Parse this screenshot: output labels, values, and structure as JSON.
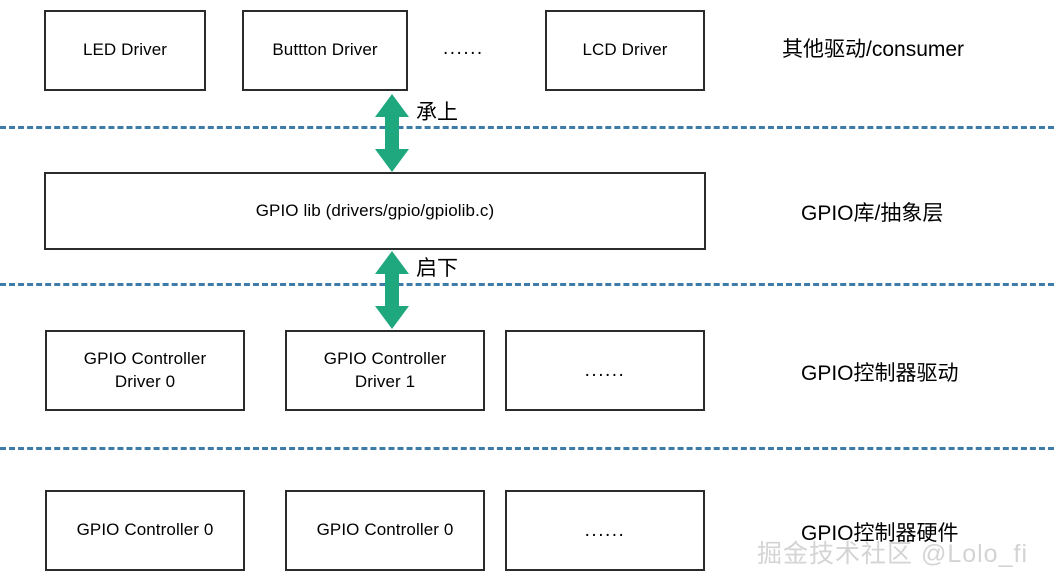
{
  "diagram": {
    "title": "Linux GPIO subsystem layering",
    "colors": {
      "box_border": "#2b2b2b",
      "divider": "#3d7ca8",
      "arrow": "#1fa87e",
      "text": "#000000",
      "watermark": "#d4d4d4",
      "background": "#ffffff"
    },
    "rows": [
      {
        "id": "consumer",
        "side_label": "其他驱动/consumer",
        "boxes": [
          {
            "label": "LED Driver"
          },
          {
            "label": "Buttton Driver"
          },
          {
            "label": "......",
            "is_ellipsis": true,
            "borderless": true
          },
          {
            "label": "LCD Driver"
          }
        ]
      },
      {
        "id": "gpiolib",
        "side_label": "GPIO库/抽象层",
        "boxes": [
          {
            "label": "GPIO lib (drivers/gpio/gpiolib.c)"
          }
        ]
      },
      {
        "id": "controller-driver",
        "side_label": "GPIO控制器驱动",
        "boxes": [
          {
            "label": "GPIO Controller\nDriver 0"
          },
          {
            "label": "GPIO Controller\nDriver 1"
          },
          {
            "label": "......",
            "is_ellipsis": true
          }
        ]
      },
      {
        "id": "controller-hardware",
        "side_label": "GPIO控制器硬件",
        "boxes": [
          {
            "label": "GPIO Controller 0"
          },
          {
            "label": "GPIO Controller 0"
          },
          {
            "label": "......",
            "is_ellipsis": true
          }
        ]
      }
    ],
    "arrows": [
      {
        "id": "up-arrow",
        "label": "承上"
      },
      {
        "id": "down-arrow",
        "label": "启下"
      }
    ],
    "watermark": "掘金技术社区 @Lolo_fi"
  }
}
